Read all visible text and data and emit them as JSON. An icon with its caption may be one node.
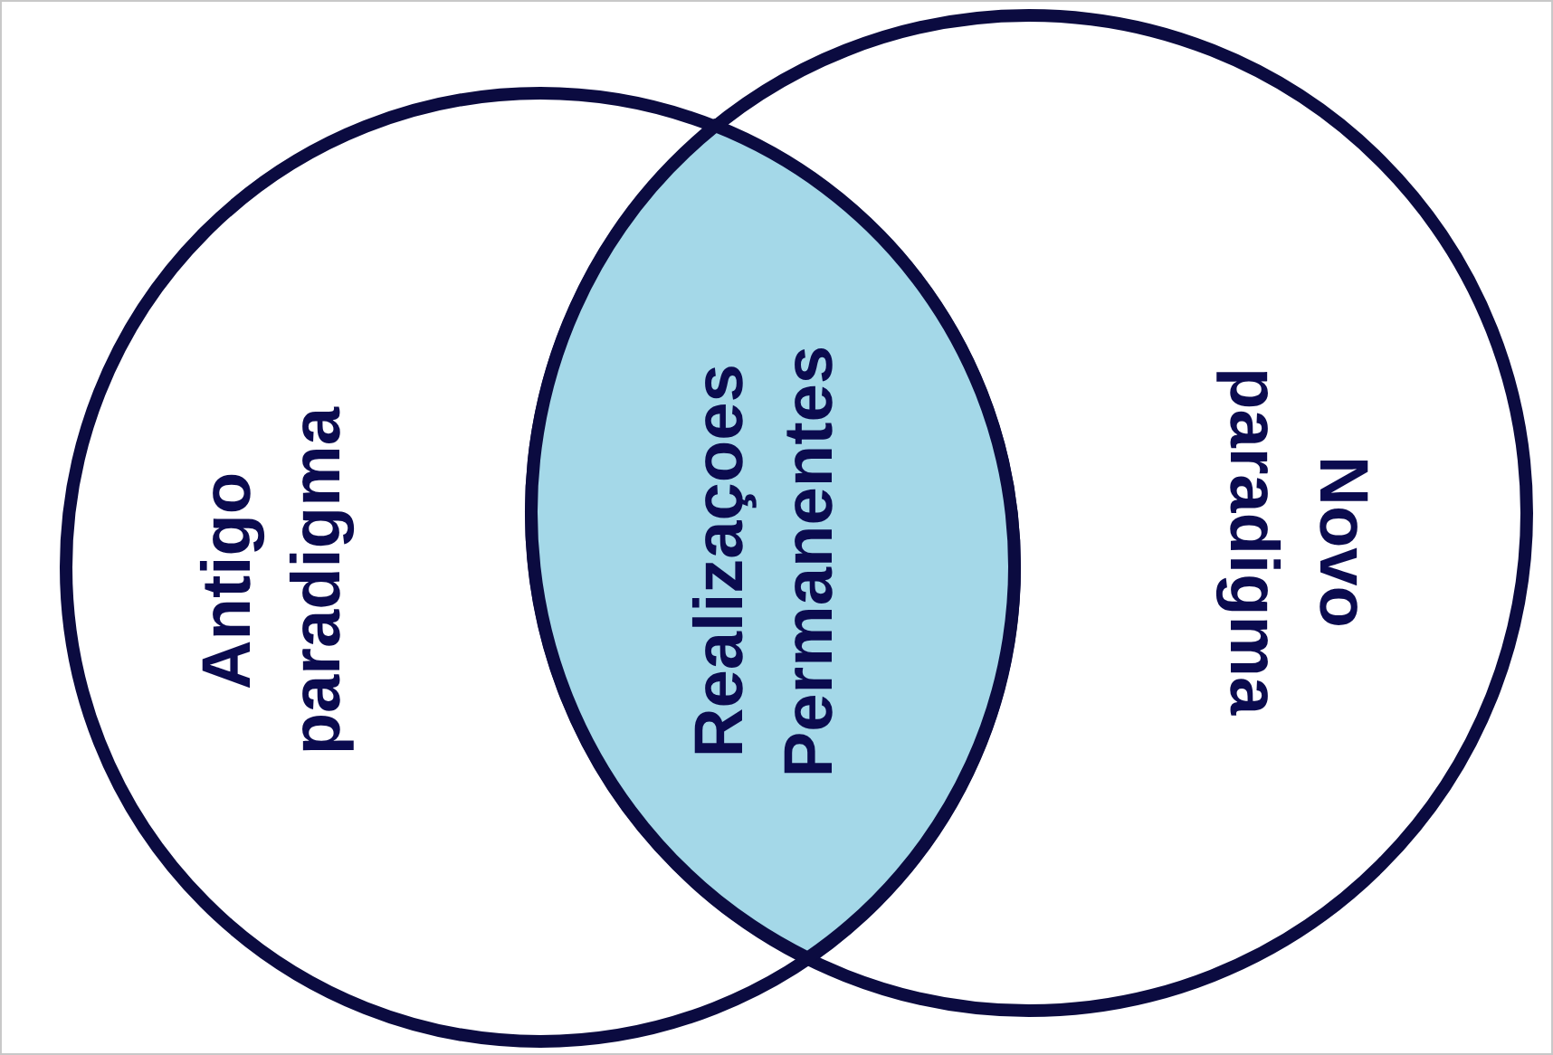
{
  "diagram": {
    "nodes": [
      {
        "text": [
          "Antigo paradigma"
        ]
      },
      {
        "text": [
          "Novo paradigma"
        ]
      },
      {
        "text": [
          "Realizaçoes Permanentes"
        ]
      }
    ]
  }
}
